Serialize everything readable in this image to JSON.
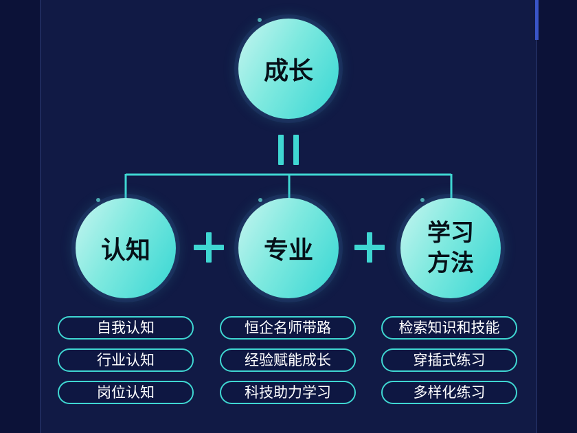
{
  "top": {
    "label": "成长"
  },
  "pillars": [
    {
      "label": "认知",
      "items": [
        "自我认知",
        "行业认知",
        "岗位认知"
      ]
    },
    {
      "label": "专业",
      "items": [
        "恒企名师带路",
        "经验赋能成长",
        "科技助力学习"
      ]
    },
    {
      "label_lines": [
        "学习",
        "方法"
      ],
      "items": [
        "检索知识和技能",
        "穿插式练习",
        "多样化练习"
      ]
    }
  ],
  "colors": {
    "background": "#0c1238",
    "panel": "#111a45",
    "accent": "#3fd7d2",
    "circle_light": "#c7f5f0",
    "circle_dark": "#35d6d3"
  }
}
